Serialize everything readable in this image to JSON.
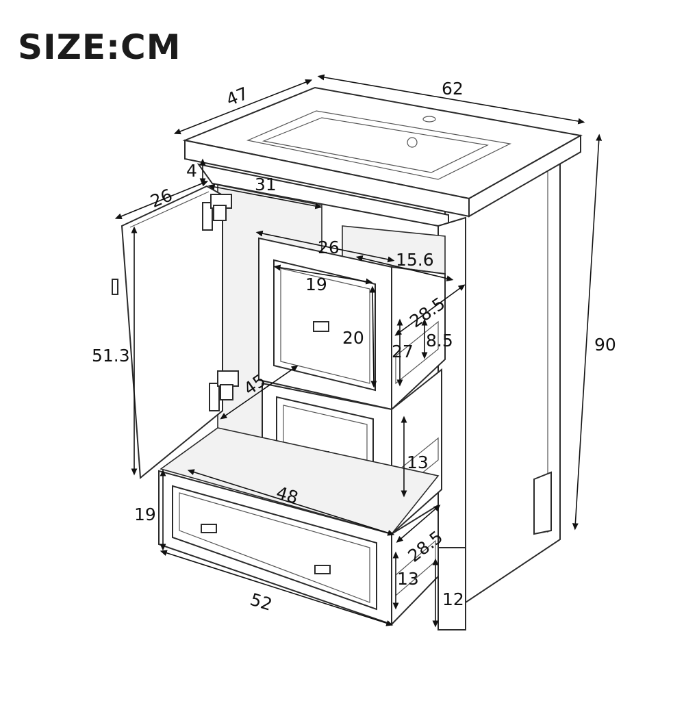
{
  "title": "SIZE:CM",
  "dimensions": {
    "depth_top": "47",
    "width_top": "62",
    "height_total": "90",
    "top_thickness": "4",
    "door_width": "26",
    "inner_width": "31",
    "door_height": "51.3",
    "hinge_angle": "45",
    "upper_drawer_width": "26",
    "upper_drawer_inner_width": "19",
    "upper_drawer_inner_depth": "15.6",
    "upper_drawer_depth": "28.5",
    "upper_drawer_front_height": "20",
    "upper_drawer_side": "27",
    "upper_drawer_inner_height": "8.5",
    "middle_drawer_height": "13",
    "bottom_inner_width": "48",
    "bottom_drawer_height": "19",
    "bottom_drawer_depth": "28.5",
    "bottom_drawer_inner_height": "13",
    "bottom_drawer_width": "52",
    "leg_height": "12"
  }
}
